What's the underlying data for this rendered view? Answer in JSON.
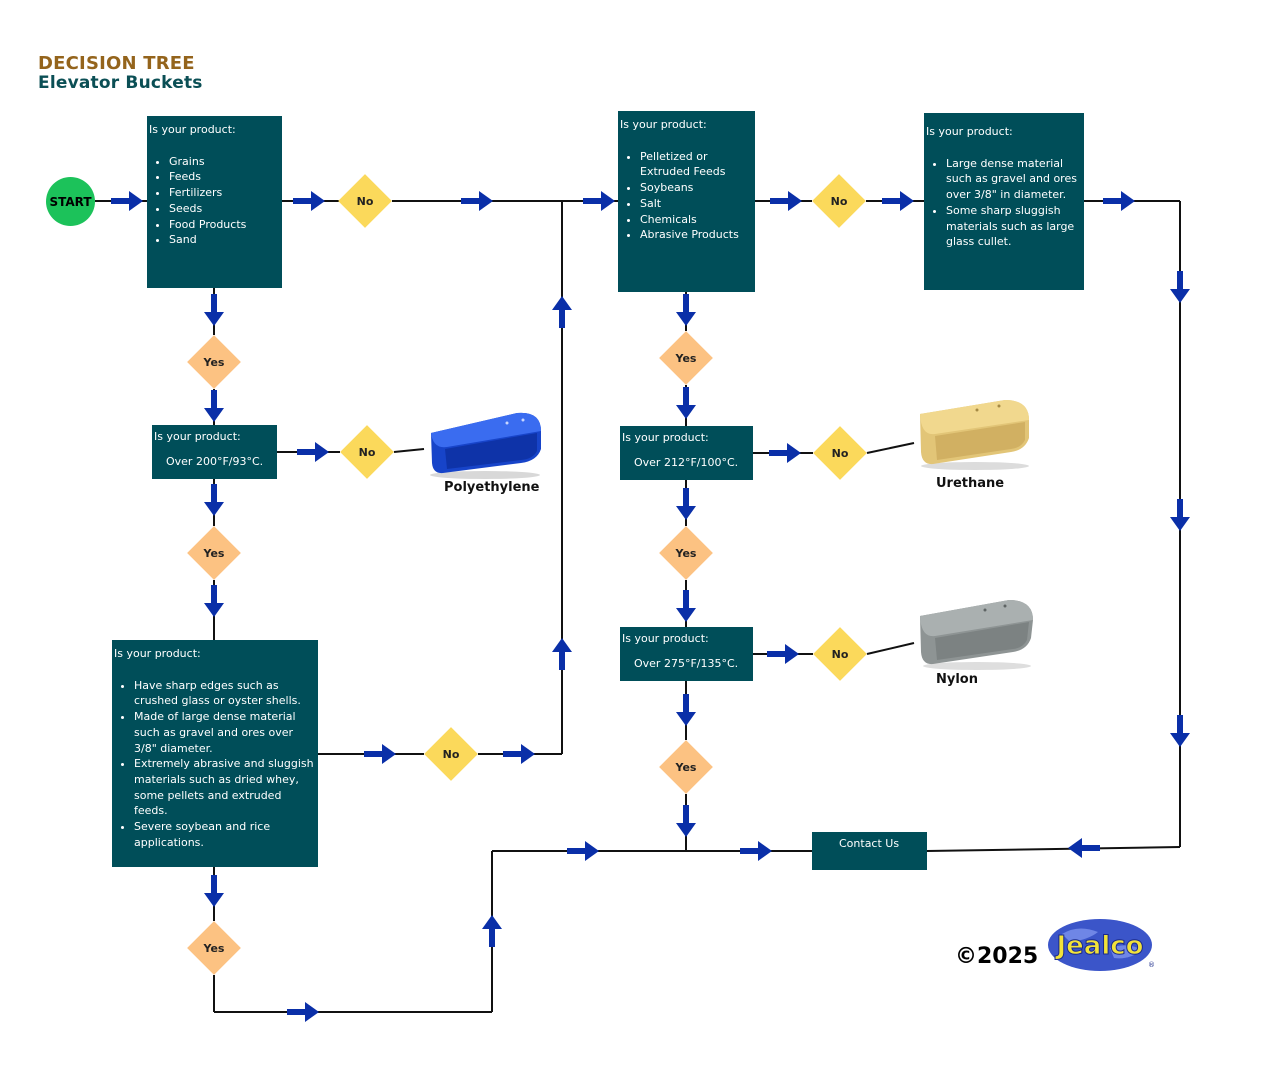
{
  "header": {
    "title": "DECISION TREE",
    "subtitle": "Elevator Buckets"
  },
  "start_label": "START",
  "boxes": {
    "q1": {
      "head": "Is your product:",
      "items": [
        "Grains",
        "Feeds",
        "Fertilizers",
        "Seeds",
        "Food Products",
        "Sand"
      ]
    },
    "q2": {
      "head": "Is your product:",
      "items": [
        "Pelletized or Extruded Feeds",
        "Soybeans",
        "Salt",
        "Chemicals",
        "Abrasive Products"
      ]
    },
    "q3": {
      "head": "Is your product:",
      "items": [
        "Large dense material such as gravel and ores over 3/8\" in diameter.",
        "Some sharp sluggish materials such as large glass cullet."
      ]
    },
    "q4": {
      "head": "Is your product:",
      "text": "Over 200°F/93°C."
    },
    "q5": {
      "head": "Is your product:",
      "items": [
        "Have sharp edges such as crushed glass or oyster shells.",
        "Made of large dense material such as gravel and ores over 3/8\" diameter.",
        "Extremely abrasive and sluggish materials such as dried whey, some pellets and extruded feeds.",
        "Severe soybean and rice applications."
      ]
    },
    "q6": {
      "head": "Is your product:",
      "text": "Over 212°F/100°C."
    },
    "q7": {
      "head": "Is your product:",
      "text": "Over 275°F/135°C."
    }
  },
  "decisions": {
    "no": "No",
    "yes": "Yes"
  },
  "materials": {
    "polyethylene": "Polyethylene",
    "urethane": "Urethane",
    "nylon": "Nylon"
  },
  "contact_label": "Contact Us",
  "copyright": "©2025",
  "logo_text": "Jealco",
  "colors": {
    "box": "#004e59",
    "arrow": "#0a2fa8",
    "no_diamond": "#fbd95b",
    "yes_diamond": "#fcc282",
    "start": "#1cc25a",
    "title": "#94641c",
    "subtitle": "#0b4f55"
  }
}
